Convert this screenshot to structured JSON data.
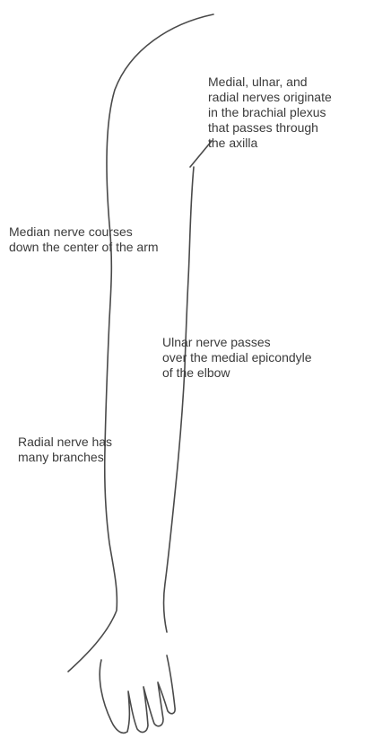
{
  "diagram": {
    "labels": {
      "plexus": [
        "Medial, ulnar, and",
        "radial nerves originate",
        "in the brachial plexus",
        "that passes through",
        "the axilla"
      ],
      "median": [
        "Median nerve courses",
        "down the center of the arm"
      ],
      "ulnar": [
        "Ulnar nerve passes",
        "over the medial epicondyle",
        "of the elbow"
      ],
      "radial": [
        "Radial nerve has",
        "many branches"
      ]
    }
  }
}
